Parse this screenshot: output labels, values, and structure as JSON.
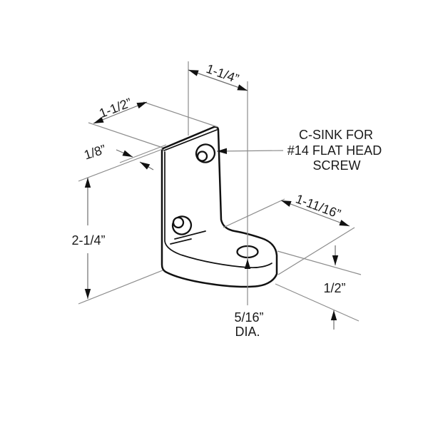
{
  "drawing": {
    "type": "technical-drawing",
    "subject": "L-shaped corner bracket, oblique view",
    "colors": {
      "background": "#ffffff",
      "outline": "#111111",
      "construction_line": "#8c8c8c",
      "dimension_line": "#6e6e6e",
      "text": "#1a1a1a"
    },
    "labels": {
      "top_width": "1-1/4”",
      "flange_width": "1-1/2”",
      "plate_thickness": "1/8”",
      "height": "2-1/4”",
      "base_length": "1-11/16”",
      "base_thickness": "1/2”",
      "hole_dia_value": "5/16”",
      "hole_dia_suffix": "DIA.",
      "csink_line1": "C-SINK FOR",
      "csink_line2": "#14 FLAT HEAD",
      "csink_line3": "SCREW"
    }
  }
}
